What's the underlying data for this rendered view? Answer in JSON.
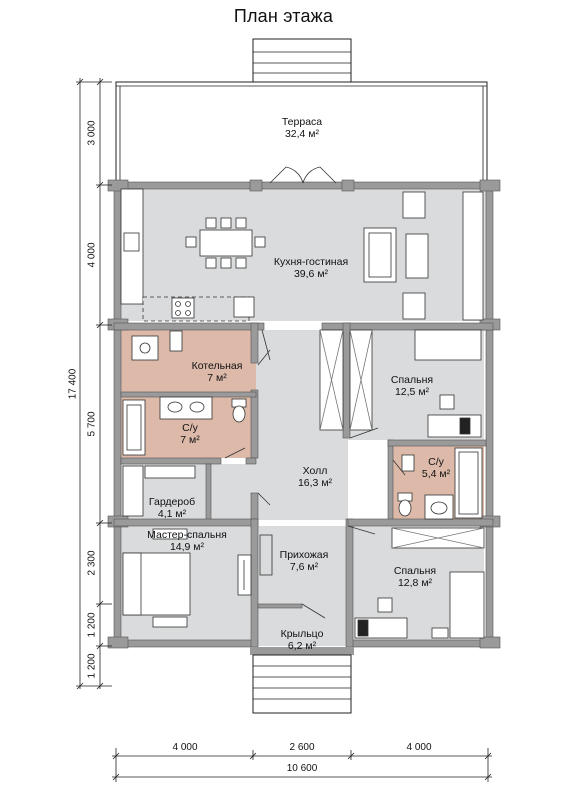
{
  "title": "План этажа",
  "rooms": {
    "terrace": {
      "name": "Терраса",
      "area": "32,4 м²"
    },
    "kitchen": {
      "name": "Кухня-гостиная",
      "area": "39,6 м²"
    },
    "boiler": {
      "name": "Котельная",
      "area": "7 м²"
    },
    "bath1": {
      "name": "С/у",
      "area": "7 м²"
    },
    "bedroom1": {
      "name": "Спальня",
      "area": "12,5 м²"
    },
    "bath2": {
      "name": "С/у",
      "area": "5,4 м²"
    },
    "hall": {
      "name": "Холл",
      "area": "16,3 м²"
    },
    "wardrobe": {
      "name": "Гардероб",
      "area": "4,1 м²"
    },
    "master": {
      "name": "Мастер-спальня",
      "area": "14,9 м²"
    },
    "entry": {
      "name": "Прихожая",
      "area": "7,6 м²"
    },
    "bedroom2": {
      "name": "Спальня",
      "area": "12,8 м²"
    },
    "porch": {
      "name": "Крыльцо",
      "area": "6,2 м²"
    }
  },
  "dimensions": {
    "left_total": "17 400",
    "left": [
      "3 000",
      "4 000",
      "5 700",
      "2 300",
      "1 200",
      "1 200"
    ],
    "bottom": [
      "4 000",
      "2 600",
      "4 000"
    ],
    "bottom_total": "10 600"
  },
  "colors": {
    "floor": "#d9dbdd",
    "wet_zone": "#dcb9a8",
    "wall": "#9a9a9a",
    "outline": "#222222"
  }
}
